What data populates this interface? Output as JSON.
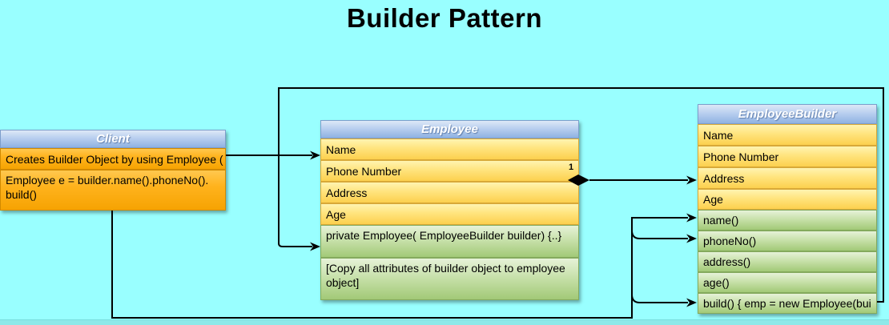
{
  "title": "Builder Pattern",
  "colors": {
    "background": "#99ffff",
    "header_blue": "#8fb2e2",
    "attribute_yellow": "#fcd04e",
    "method_green": "#a2c977",
    "client_orange": "#f6a302",
    "connector_black": "#000000"
  },
  "boxes": {
    "client": {
      "header": "Client",
      "rows": [
        {
          "text": "Creates Builder Object by using Employee ("
        },
        {
          "text": "Employee e = builder.name().phoneNo(). build()"
        }
      ]
    },
    "employee": {
      "header": "Employee",
      "rows": [
        {
          "text": "Name"
        },
        {
          "text": "Phone Number"
        },
        {
          "text": "Address"
        },
        {
          "text": "Age"
        },
        {
          "text": "private Employee( EmployeeBuilder builder) {..}"
        },
        {
          "text": "[Copy all attributes of builder object to employee object]"
        }
      ]
    },
    "employee_builder": {
      "header": "EmployeeBuilder",
      "rows": [
        {
          "text": "Name"
        },
        {
          "text": "Phone Number"
        },
        {
          "text": "Address"
        },
        {
          "text": "Age"
        },
        {
          "text": "name()"
        },
        {
          "text": "phoneNo()"
        },
        {
          "text": "address()"
        },
        {
          "text": "age()"
        },
        {
          "text": "build() { emp = new Employee(bui"
        }
      ]
    }
  },
  "connectors": {
    "multiplicity_label": "1"
  }
}
